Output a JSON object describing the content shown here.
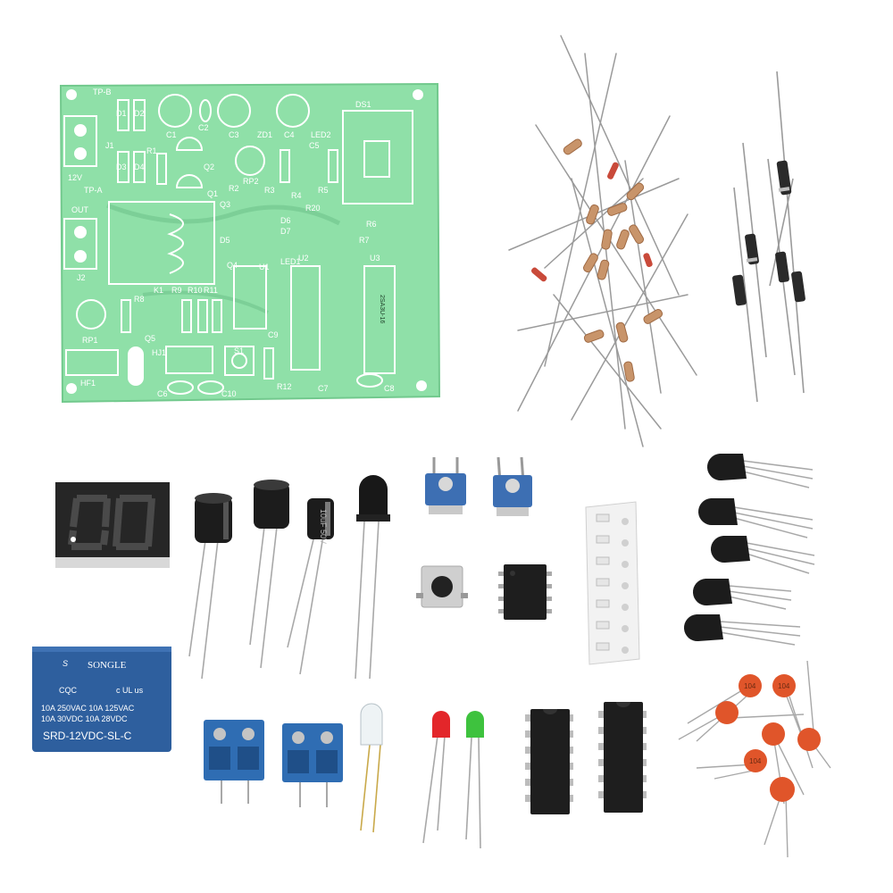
{
  "colors": {
    "background": "#ffffff",
    "pcb": "#8fe0a8",
    "pcb_silk": "#ffffff",
    "resistor_body": "#c8946a",
    "relay_blue": "#2e5f9e",
    "terminal_blue": "#2f6db3",
    "capacitor_black": "#1c1c1c",
    "ceramic_cap": "#e0552a",
    "led_red": "#e3262a",
    "led_green": "#3ec23e"
  },
  "pcb": {
    "labels": [
      "TP-B",
      "D1",
      "D2",
      "C1",
      "C2",
      "C3",
      "ZD1",
      "C4",
      "LED2",
      "DS1",
      "J1",
      "R1",
      "12V",
      "TP-A",
      "D3",
      "D4",
      "Q2",
      "RP2",
      "C5",
      "R2",
      "R3",
      "R4",
      "R5",
      "Q1",
      "Q3",
      "R20",
      "D6",
      "D7",
      "D5",
      "R6",
      "R7",
      "OUT",
      "J2",
      "Q4",
      "LED1",
      "U1",
      "U2",
      "U3",
      "K1",
      "R9",
      "R10",
      "R11",
      "R8",
      "RP1",
      "Q5",
      "C9",
      "S1",
      "HF1",
      "HJ1",
      "C6",
      "C10",
      "R12",
      "C7",
      "C8"
    ],
    "chip_marking": "2SA3U-16"
  },
  "relay": {
    "brand": "SONGLE",
    "line1": "10A 250VAC 10A 125VAC",
    "line2": "10A  30VDC 10A  28VDC",
    "model": "SRD-12VDC-SL-C",
    "cert": "CQC",
    "ul": "c UL us"
  },
  "capacitor_marking": "10uF 50V",
  "ceramic_cap_marking": "104",
  "display_digit": "0"
}
